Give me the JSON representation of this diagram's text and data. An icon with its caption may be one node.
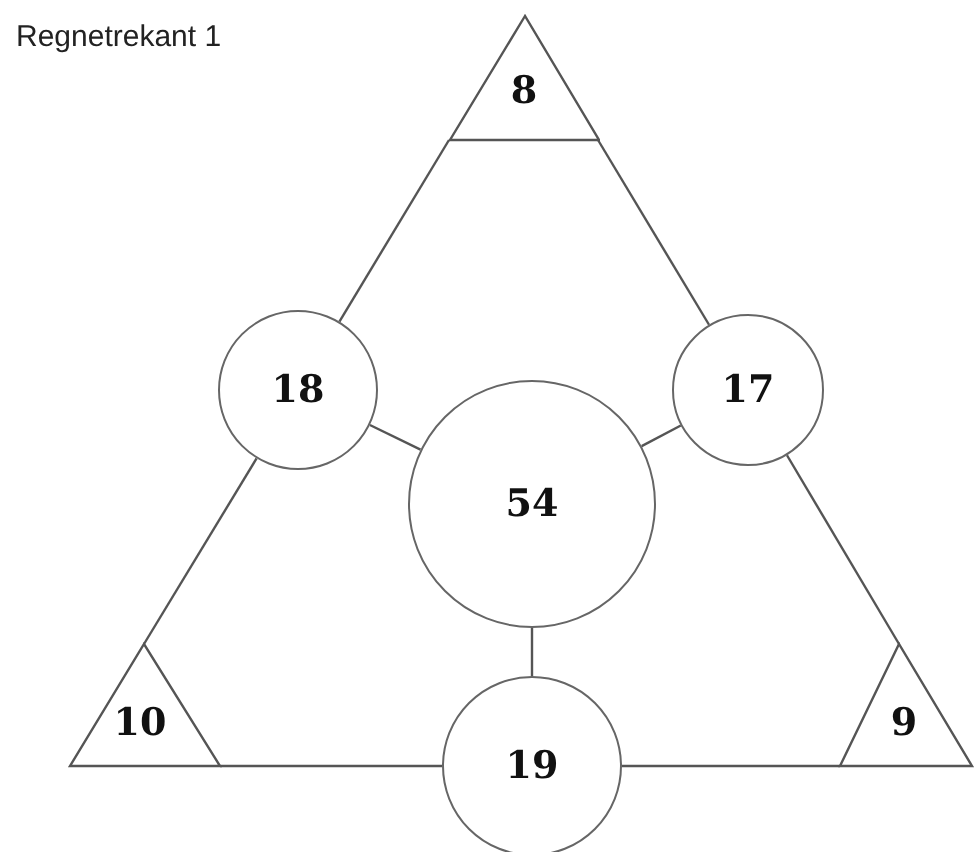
{
  "diagram": {
    "title": "Regnetrekant 1",
    "nodes": [
      {
        "text": [
          "8"
        ]
      },
      {
        "text": [
          "18"
        ]
      },
      {
        "text": [
          "17"
        ]
      },
      {
        "text": [
          "54"
        ]
      },
      {
        "text": [
          "10"
        ]
      },
      {
        "text": [
          "19"
        ]
      },
      {
        "text": [
          "9"
        ]
      }
    ],
    "edges": [
      {
        "from": 3,
        "to": 1,
        "arrow": "none"
      },
      {
        "from": 3,
        "to": 2,
        "arrow": "none"
      },
      {
        "from": 3,
        "to": 5,
        "arrow": "none"
      },
      {
        "from": 0,
        "to": 1,
        "arrow": "none"
      },
      {
        "from": 1,
        "to": 4,
        "arrow": "none"
      },
      {
        "from": 4,
        "to": 5,
        "arrow": "none"
      },
      {
        "from": 5,
        "to": 6,
        "arrow": "none"
      },
      {
        "from": 6,
        "to": 2,
        "arrow": "none"
      },
      {
        "from": 2,
        "to": 0,
        "arrow": "none"
      }
    ]
  }
}
